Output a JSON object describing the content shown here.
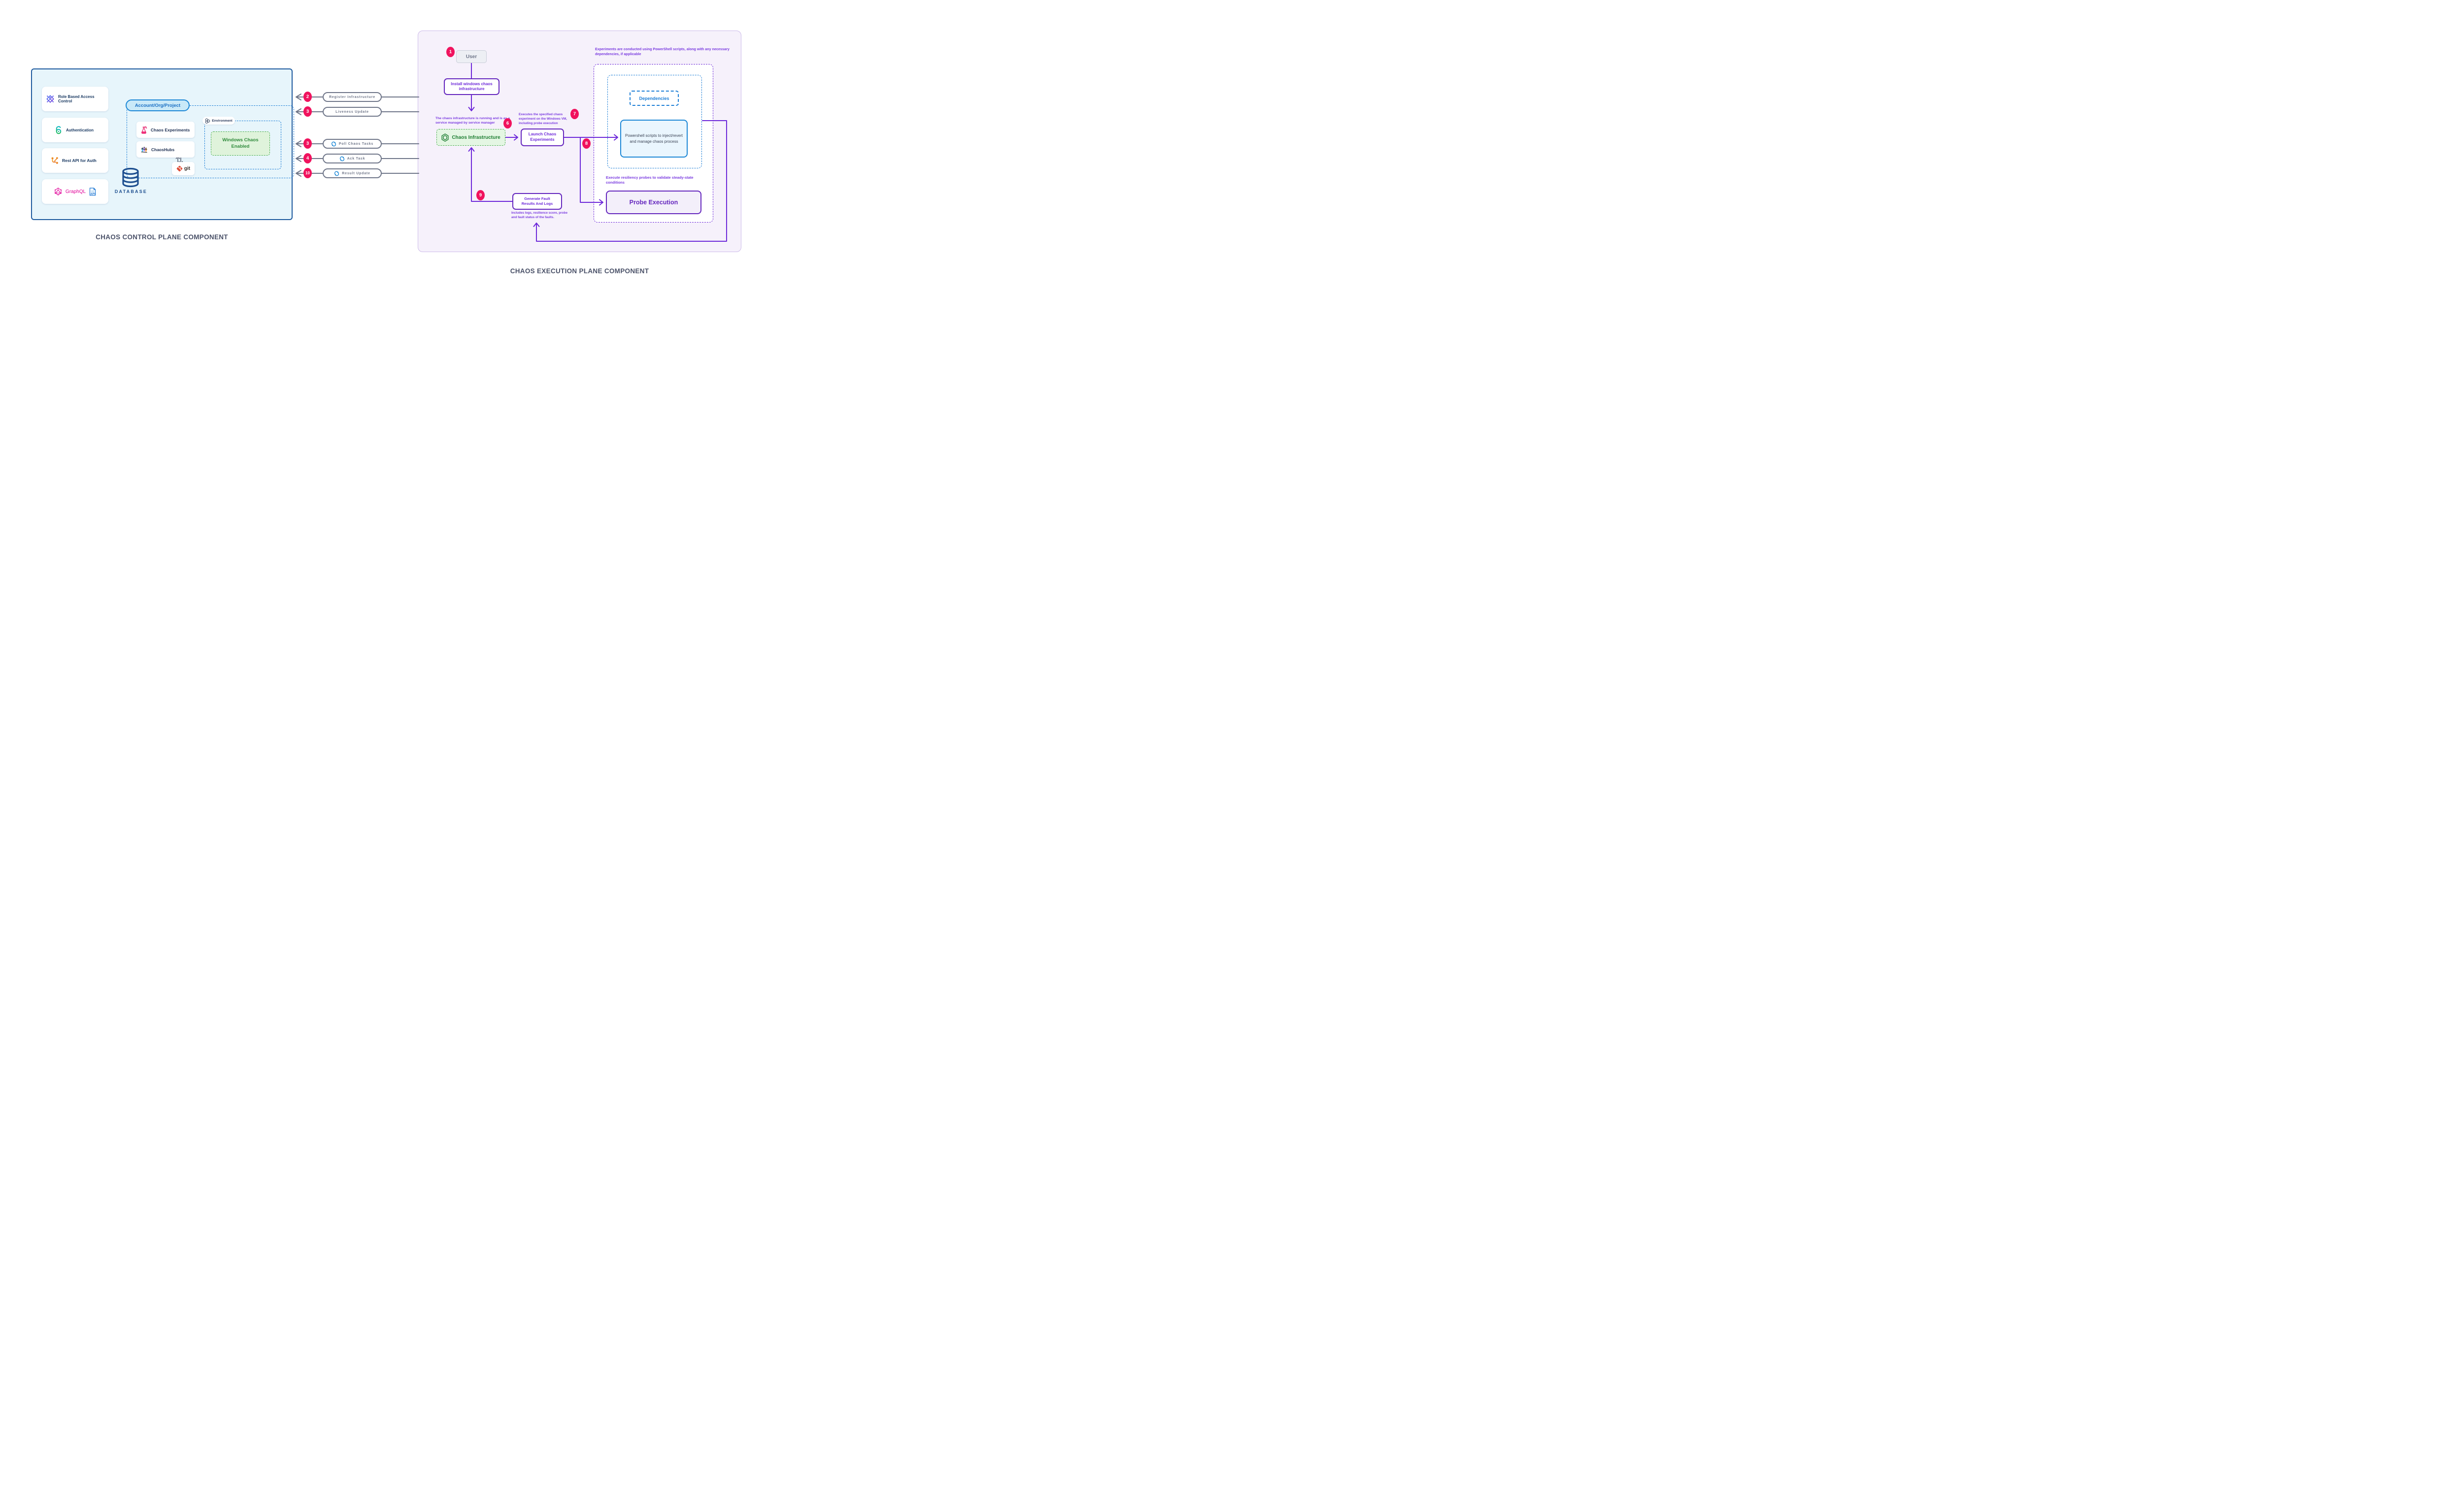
{
  "control_plane": {
    "caption": "CHAOS CONTROL PLANE COMPONENT",
    "items": [
      {
        "label": "Role Based Access Control",
        "icon": "rbac-icon"
      },
      {
        "label": "Authentication",
        "icon": "open-lock-icon"
      },
      {
        "label": "Rest API for Auth",
        "icon": "api-branch-icon"
      },
      {
        "label": "GraphQL",
        "icon": "graphql-icon",
        "secondary_icon": "api-document-icon",
        "api_doc_text": "API"
      }
    ],
    "account_pill": "Account/Org/Project",
    "chaos_experiments_label": "Chaos Experiments",
    "chaoshubs_label": "ChaosHubs",
    "git_label": "git",
    "environment_label": "Environment",
    "windows_chaos_label": "Windows Chaos Enabled",
    "database_label": "DATABASE"
  },
  "connectors": [
    {
      "num": "2",
      "label": "Register Infrastructure",
      "icon": "none"
    },
    {
      "num": "3",
      "label": "Liveness Update",
      "icon": "none"
    },
    {
      "num": "3",
      "label": "Poll Chaos Tasks",
      "icon": "sync-icon"
    },
    {
      "num": "4",
      "label": "Ack Task",
      "icon": "sync-icon"
    },
    {
      "num": "10",
      "label": "Result Update",
      "icon": "sync-icon"
    }
  ],
  "execution_plane": {
    "caption": "CHAOS EXECUTION PLANE COMPONENT",
    "badges": {
      "b1": "1",
      "b6": "6",
      "b7": "7",
      "b8": "8",
      "b9": "9"
    },
    "user_label": "User",
    "install_label": "Install windows chaos infrastructure",
    "note_infra_running": "The chaos infrastructure is running and is as a service managed by service manager",
    "chaos_infrastructure_label": "Chaos Infrastructure",
    "note_executes_experiment": "Executes the specified chaos experiment on the Windows VM, including probe execution",
    "launch_label": "Launch Chaos Experiments",
    "note_powershell_scripts": "Experiments are conducted using PowerShell scripts, along with any necessary dependencies, if applicable",
    "dependencies_label": "Dependencies",
    "powershell_label": "Powershell scripts to inject/revert and manage chaos process",
    "note_execute_probes": "Execute resiliency probes to validate steady-state conditions",
    "probe_execution_label": "Probe Execution",
    "generate_fault_label": "Generate Fault Results And Logs",
    "note_includes_logs": "Includes logs, resilience score, probe and fault status of the faults."
  },
  "colors": {
    "badge_pink": "#F0135E",
    "purple_accent": "#6D28D9",
    "blue_accent": "#1C7ED6",
    "green_accent": "#1E7D32",
    "navy_text": "#16365F",
    "slate_gray": "#6F7689",
    "graphql_pink": "#E10098",
    "git_red": "#DE4C36",
    "control_panel_bg": "#E7F5FB",
    "execution_panel_bg": "#F6F1FB"
  }
}
